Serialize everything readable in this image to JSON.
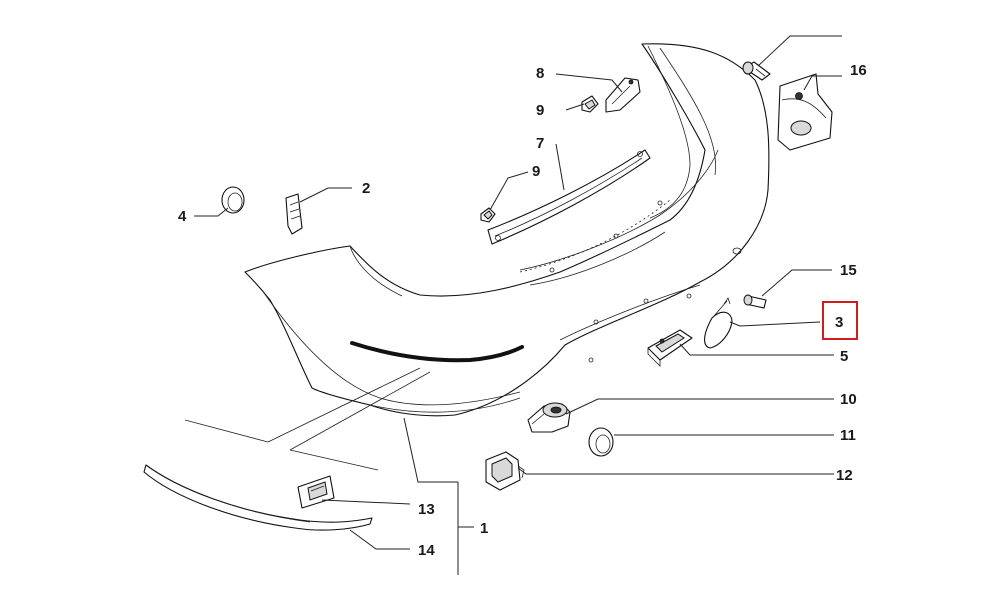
{
  "diagram": {
    "highlight_color": "#d21c1c",
    "highlighted_part": "3",
    "labels": {
      "p1": "1",
      "p2": "2",
      "p3": "3",
      "p4": "4",
      "p5": "5",
      "p7": "7",
      "p8": "8",
      "p9a": "9",
      "p9b": "9",
      "p10": "10",
      "p11": "11",
      "p12": "12",
      "p13": "13",
      "p14": "14",
      "p15": "15",
      "p16": "16"
    }
  }
}
